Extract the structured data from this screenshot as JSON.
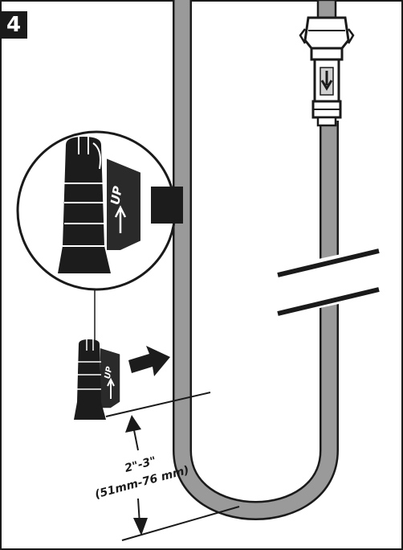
{
  "step": {
    "number": "4"
  },
  "callout": {
    "clip_label_large": "UP",
    "clip_label_small": "UP"
  },
  "dimension": {
    "imperial": "2\"-3\"",
    "metric": "(51mm-76 mm)"
  },
  "colors": {
    "hose_fill": "#9a9a9a",
    "outline": "#1a1a1a",
    "clip": "#1c1c1c",
    "badge_bg": "#1a1a1a",
    "badge_text": "#ffffff"
  }
}
